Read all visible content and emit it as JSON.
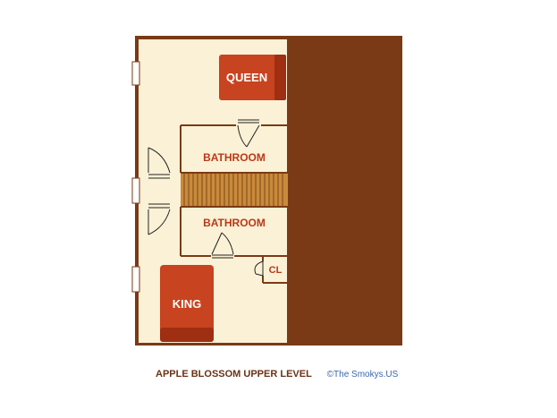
{
  "colors": {
    "wall": "#7a3a15",
    "floor": "#fbf1d6",
    "bed": "#c8431f",
    "bed_dark": "#9e2f12",
    "label_text": "#b83a18",
    "caption_title": "#6b3216",
    "caption_credit": "#3a66b0"
  },
  "rooms": {
    "queen_bed": "QUEEN",
    "bathroom_upper": "BATHROOM",
    "bathroom_lower": "BATHROOM",
    "closet": "CL",
    "king_bed": "KING"
  },
  "caption": {
    "title": "APPLE BLOSSOM UPPER LEVEL",
    "credit": "©The Smokys.US"
  }
}
